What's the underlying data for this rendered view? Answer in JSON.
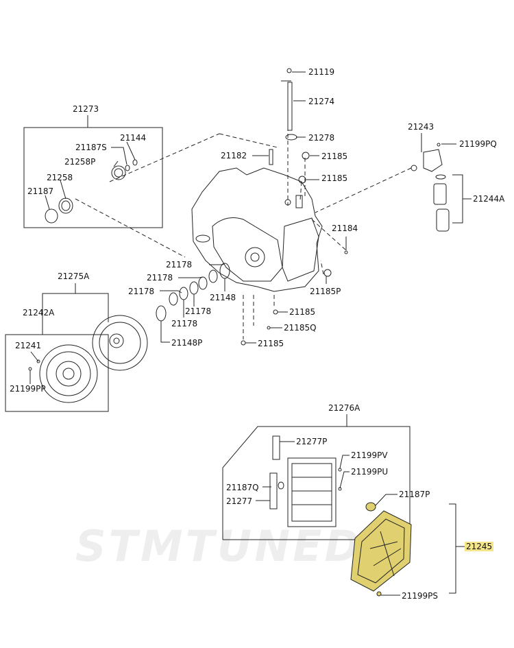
{
  "watermark": "STMTUNED",
  "labels": {
    "p21119": "21119",
    "p21274": "21274",
    "p21278": "21278",
    "p21185a": "21185",
    "p21185b": "21185",
    "p21182": "21182",
    "p21273": "21273",
    "p21144": "21144",
    "p21187S": "21187S",
    "p21258P": "21258P",
    "p21258": "21258",
    "p21187": "21187",
    "p21243": "21243",
    "p21199PQ": "21199PQ",
    "p21244A": "21244A",
    "p21184": "21184",
    "p21185P": "21185P",
    "p21178a": "21178",
    "p21178b": "21178",
    "p21178c": "21178",
    "p21178d": "21178",
    "p21178e": "21178",
    "p21148": "21148",
    "p21148P": "21148P",
    "p21185c": "21185",
    "p21185Q": "21185Q",
    "p21185d": "21185",
    "p21275A": "21275A",
    "p21242A": "21242A",
    "p21241": "21241",
    "p21199PP": "21199PP",
    "p21276A": "21276A",
    "p21277P": "21277P",
    "p21199PV": "21199PV",
    "p21199PU": "21199PU",
    "p21187Q": "21187Q",
    "p21277": "21277",
    "p21187P": "21187P",
    "p21245": "21245",
    "p21199PS": "21199PS"
  },
  "colors": {
    "highlight": "#f4e48a",
    "line": "#222222",
    "part_fill": "#e0d070"
  }
}
